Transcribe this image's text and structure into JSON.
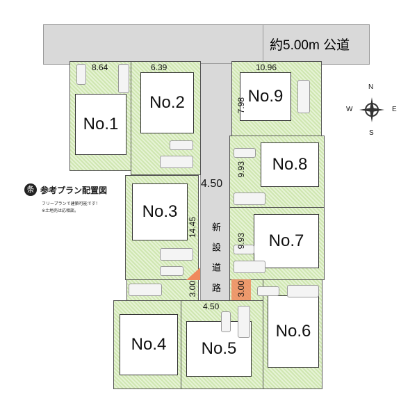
{
  "public_road": {
    "label": "約5.00m 公道"
  },
  "new_road": {
    "label": "新 設 道 路",
    "width_top": "4.50",
    "width_bottom": "4.50"
  },
  "lots": [
    {
      "label": "No.1",
      "frontage": "8.64"
    },
    {
      "label": "No.2",
      "frontage": "6.39"
    },
    {
      "label": "No.3",
      "side": "14.45"
    },
    {
      "label": "No.4"
    },
    {
      "label": "No.5"
    },
    {
      "label": "No.6"
    },
    {
      "label": "No.7",
      "side": "9.93"
    },
    {
      "label": "No.8",
      "side": "9.93"
    },
    {
      "label": "No.9",
      "frontage": "10.96",
      "side": "7.98"
    }
  ],
  "corner_cuts": [
    "3.00",
    "3.00"
  ],
  "compass": {
    "n": "N",
    "s": "S",
    "e": "E",
    "w": "W"
  },
  "legend": {
    "badge": "条",
    "title": "参考プラン配置図",
    "line1": "フリープランで建築可能です！",
    "line2": "※土地売は応相談。"
  },
  "colors": {
    "lot": "#cfe6b0",
    "road": "#d9d9d9",
    "corner": "#f08a5d"
  }
}
